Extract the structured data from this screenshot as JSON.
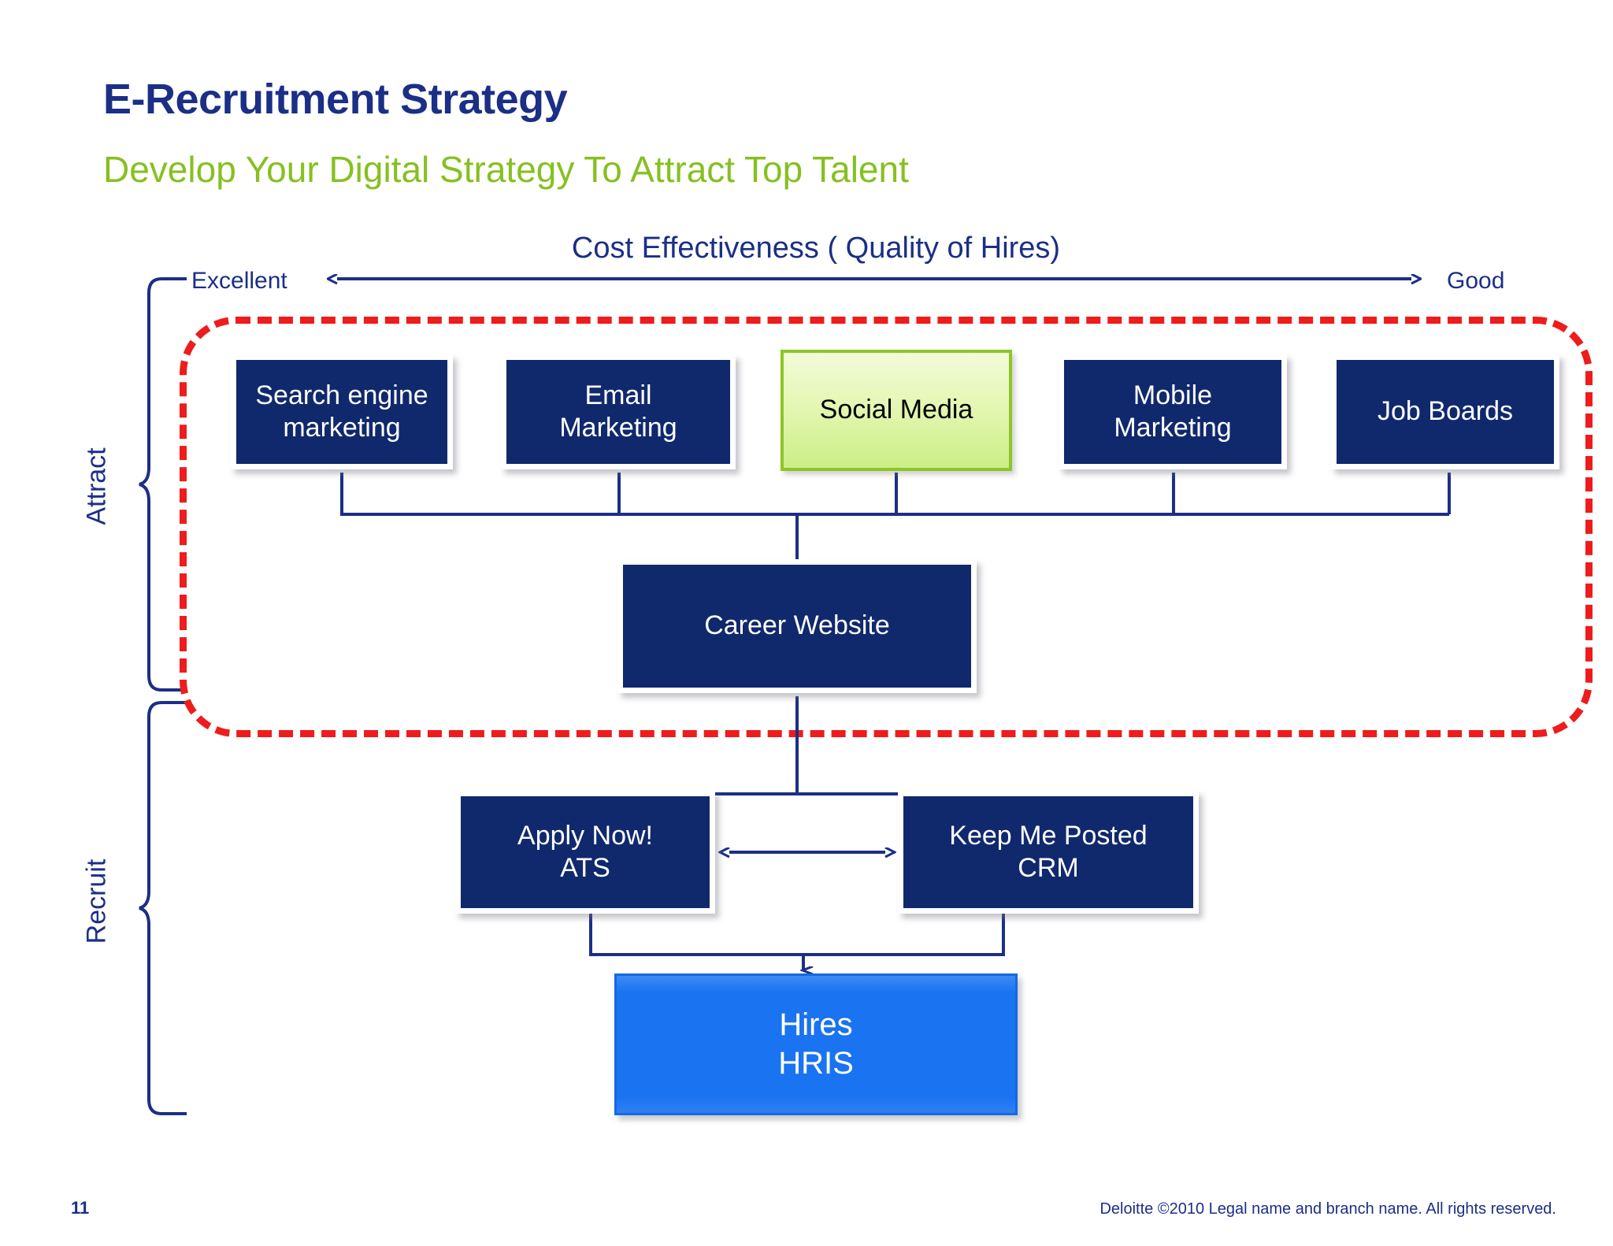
{
  "slide": {
    "title": "E-Recruitment Strategy",
    "subtitle": "Develop Your Digital Strategy To Attract Top Talent"
  },
  "axis": {
    "title": "Cost Effectiveness ( Quality of Hires)",
    "left_label": "Excellent",
    "right_label": "Good",
    "arrow_icon": "double-headed-arrow-icon"
  },
  "phases": [
    {
      "label": "Attract",
      "brace_icon": "curly-brace-icon"
    },
    {
      "label": "Recruit",
      "brace_icon": "curly-brace-icon"
    }
  ],
  "attract_zone": {
    "outline_style": "dashed",
    "outline_color": "#ee1c1c"
  },
  "nodes": {
    "search_engine_marketing": {
      "line1": "Search engine",
      "line2": "marketing",
      "fill": "#10296d",
      "text_color": "#ffffff"
    },
    "email_marketing": {
      "line1": "Email",
      "line2": "Marketing",
      "fill": "#10296d",
      "text_color": "#ffffff"
    },
    "social_media": {
      "line1": "Social Media",
      "line2": "",
      "fill": "#cdee86",
      "text_color": "#000000"
    },
    "mobile_marketing": {
      "line1": "Mobile",
      "line2": "Marketing",
      "fill": "#10296d",
      "text_color": "#ffffff"
    },
    "job_boards": {
      "line1": "Job Boards",
      "line2": "",
      "fill": "#10296d",
      "text_color": "#ffffff"
    },
    "career_website": {
      "line1": "Career Website",
      "line2": "",
      "fill": "#10296d",
      "text_color": "#ffffff"
    },
    "apply_now": {
      "line1": "Apply Now!",
      "line2": "ATS",
      "fill": "#10296d",
      "text_color": "#ffffff"
    },
    "keep_me_posted": {
      "line1": "Keep Me Posted",
      "line2": "CRM",
      "fill": "#10296d",
      "text_color": "#ffffff"
    },
    "hires": {
      "line1": "Hires",
      "line2": "HRIS",
      "fill": "#1a73f0",
      "text_color": "#ffffff"
    }
  },
  "connectors": {
    "apply_keep_link_icon": "double-headed-arrow-icon",
    "hires_link_icon": "down-arrow-icon",
    "line_color": "#1b2f86"
  },
  "footer": {
    "page_number": "11",
    "legal": "Deloitte ©2010 Legal name and branch name. All rights reserved."
  },
  "theme": {
    "title_color": "#1b2f86",
    "subtitle_color": "#86c020",
    "navy": "#10296d",
    "accent_green": "#8cc627",
    "accent_red": "#ee1c1c",
    "bright_blue": "#1a73f0"
  }
}
